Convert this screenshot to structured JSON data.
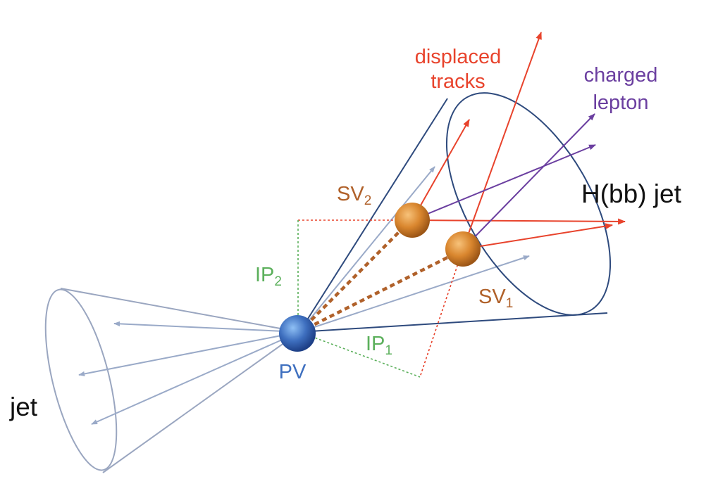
{
  "labels": {
    "displaced_tracks_line1": "displaced",
    "displaced_tracks_line2": "tracks",
    "charged_lepton_line1": "charged",
    "charged_lepton_line2": "lepton",
    "hbb_jet": "H(bb) jet",
    "sv2_main": "SV",
    "sv2_sub": "2",
    "sv1_main": "SV",
    "sv1_sub": "1",
    "ip2_main": "IP",
    "ip2_sub": "2",
    "ip1_main": "IP",
    "ip1_sub": "1",
    "pv": "PV",
    "jet": "jet"
  },
  "colors": {
    "cone_large": "#2e4a7d",
    "cone_small": "#9aa6c0",
    "track_gray": "#9aaac8",
    "displaced_red": "#e8432c",
    "lepton_purple": "#6b3fa0",
    "sv_brown": "#b0612a",
    "ip_green": "#5cb05c",
    "pv_blue": "#3e6fbf",
    "text_black": "#111111"
  }
}
